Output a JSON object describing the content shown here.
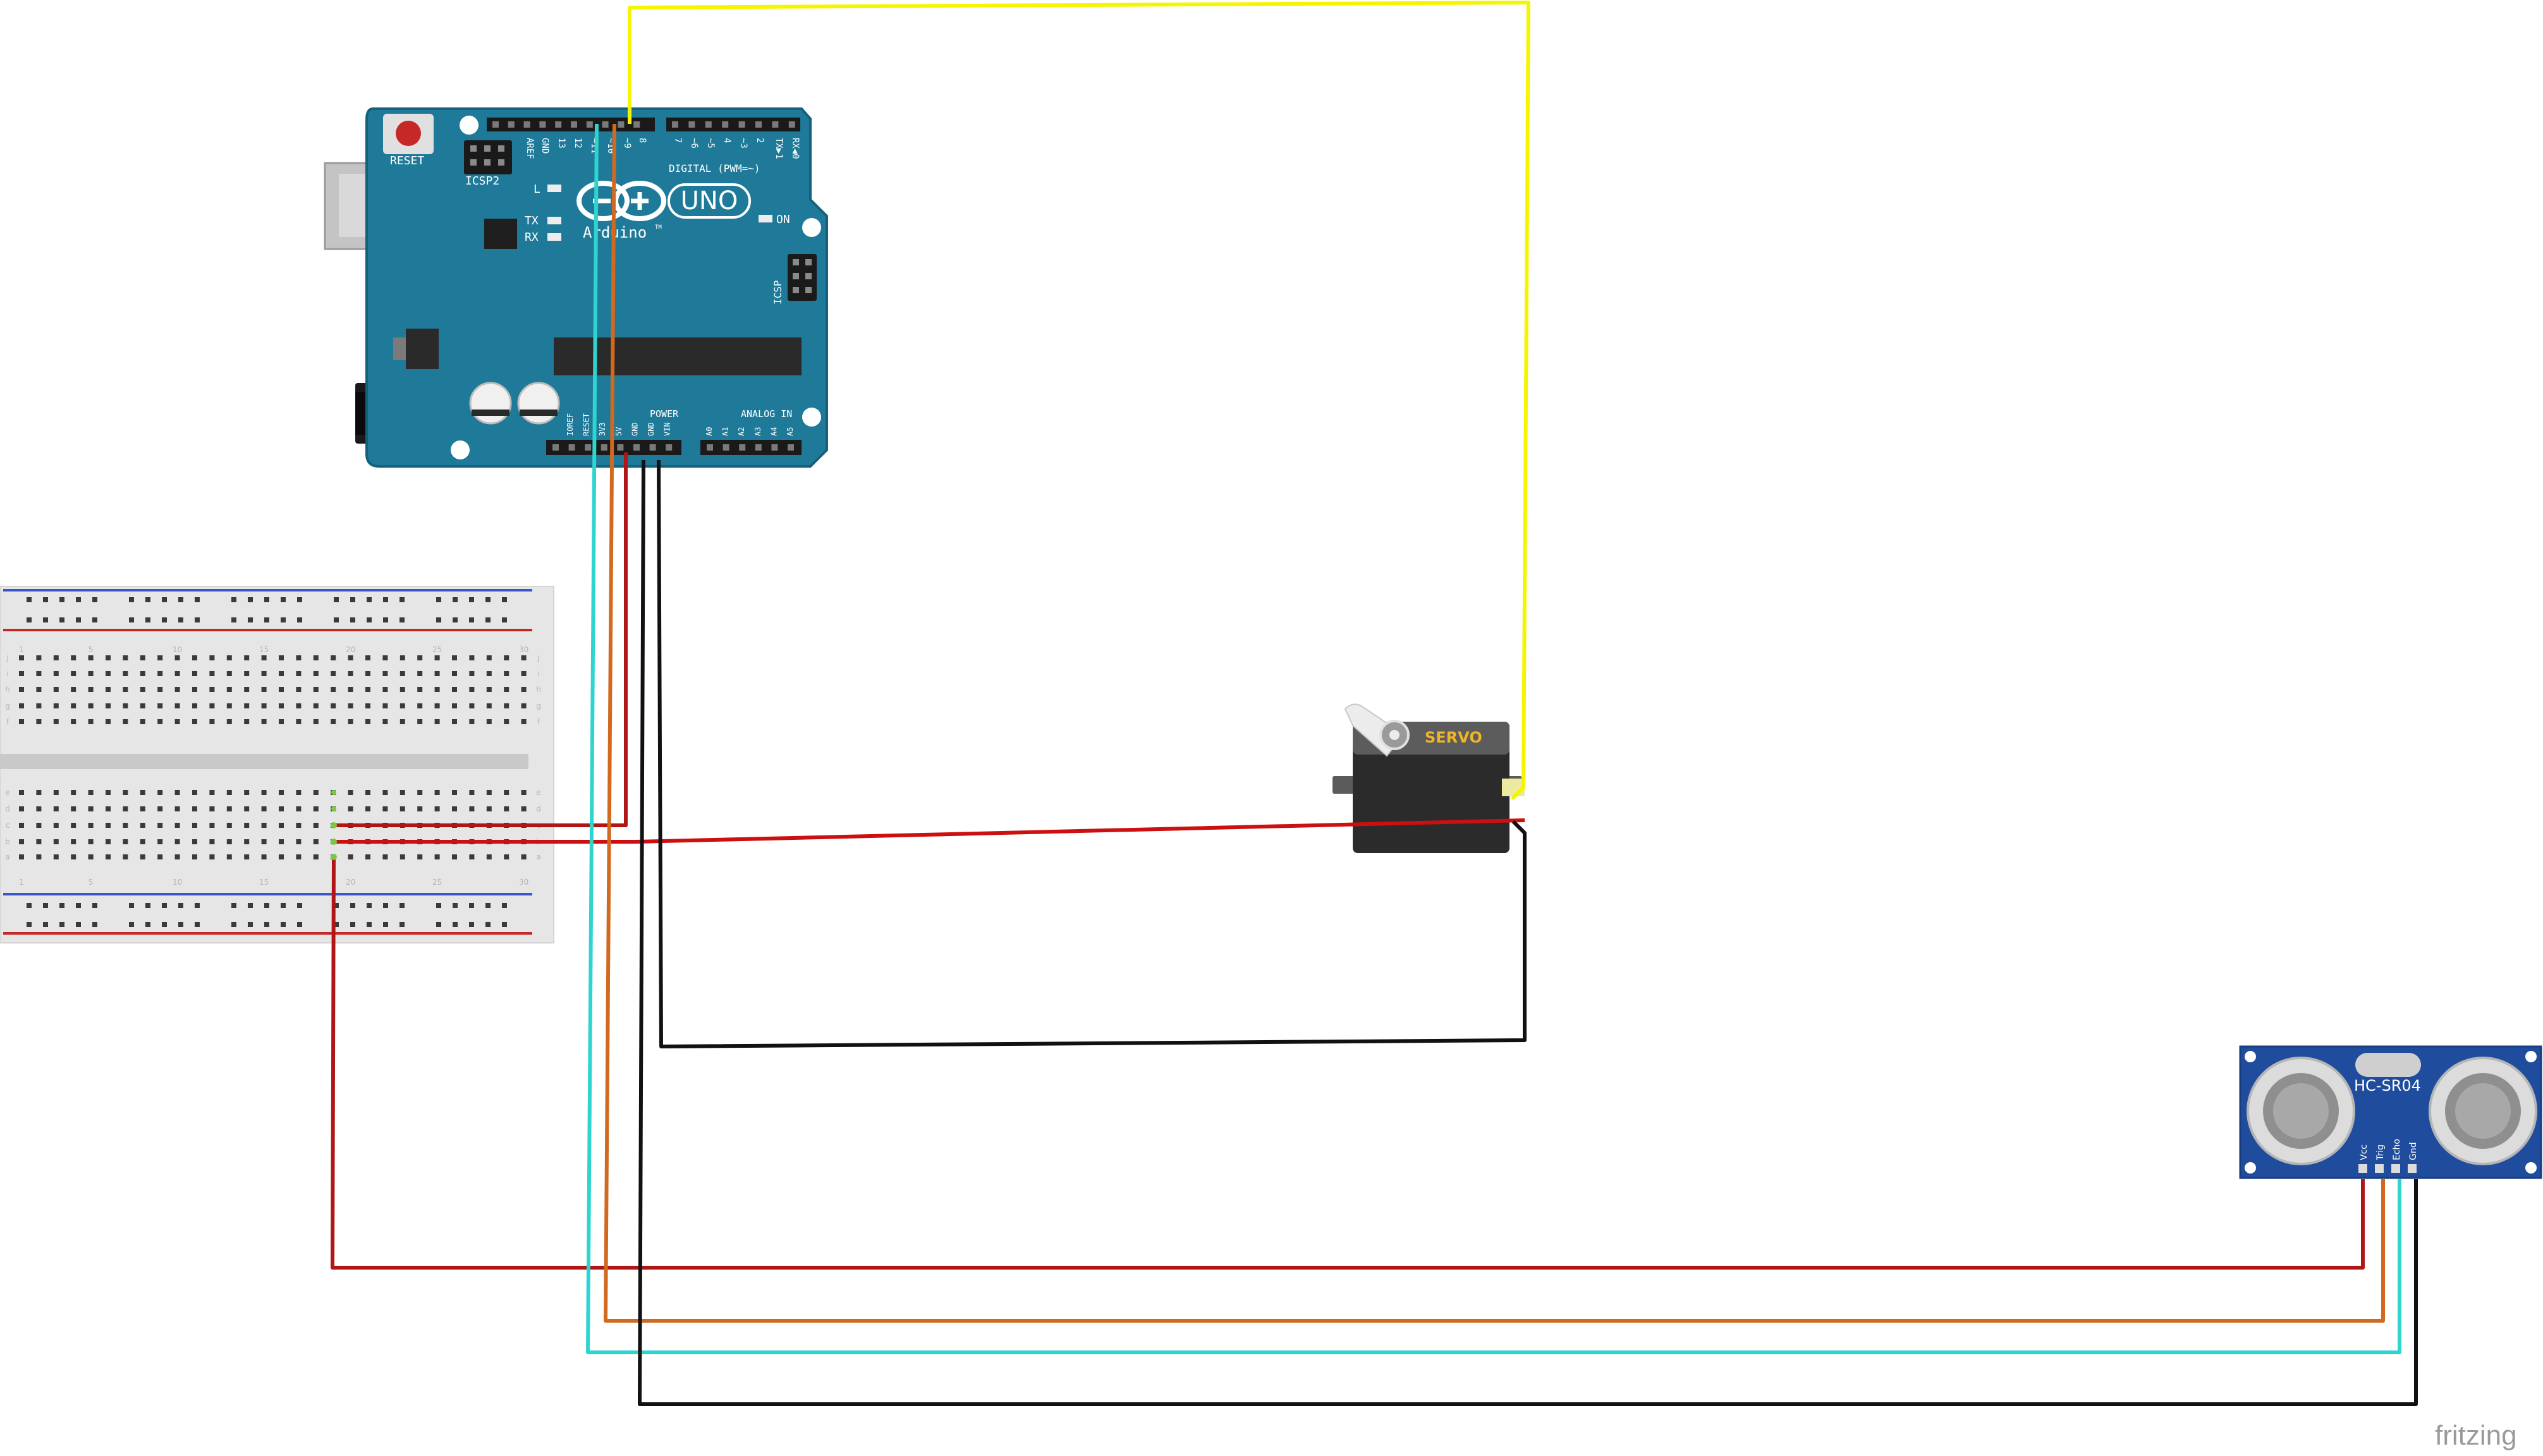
{
  "arduino": {
    "reset_label": "RESET",
    "icsp2_label": "ICSP2",
    "icsp_label": "ICSP",
    "led_l": "L",
    "led_tx": "TX",
    "led_rx": "RX",
    "on_label": "ON",
    "uno_label": "UNO",
    "brand_label": "Arduino",
    "brand_tm": "TM",
    "digital_label": "DIGITAL (PWM=~)",
    "power_label": "POWER",
    "analog_label": "ANALOG IN",
    "digital_pins": [
      "AREF",
      "GND",
      "13",
      "12",
      "~11",
      "~10",
      "~9",
      "8",
      "7",
      "~6",
      "~5",
      "4",
      "~3",
      "2",
      "TX▶1",
      "RX◀0"
    ],
    "power_pins": [
      "IOREF",
      "RESET",
      "3V3",
      "5V",
      "GND",
      "GND",
      "VIN"
    ],
    "analog_pins": [
      "A0",
      "A1",
      "A2",
      "A3",
      "A4",
      "A5"
    ]
  },
  "breadboard": {
    "column_numbers": [
      "1",
      "5",
      "10",
      "15",
      "20",
      "25",
      "30"
    ],
    "row_letters_top": [
      "j",
      "i",
      "h",
      "g",
      "f"
    ],
    "row_letters_bottom": [
      "e",
      "d",
      "c",
      "b",
      "a"
    ]
  },
  "servo": {
    "label": "SERVO"
  },
  "sensor": {
    "label": "HC-SR04",
    "pins": [
      "Vcc",
      "Trig",
      "Echo",
      "Gnd"
    ]
  },
  "watermark": "fritzing",
  "colors": {
    "board": "#1f7a99",
    "board_edge": "#176079",
    "servo_body": "#2b2b2b",
    "servo_label": "#f0b429",
    "sensor_board": "#1f4c9c",
    "wire_yellow": "#f5f500",
    "wire_red": "#cc1010",
    "wire_darkred": "#b01616",
    "wire_orange": "#d2691e",
    "wire_cyan": "#2ed5d0",
    "wire_black": "#111111"
  }
}
